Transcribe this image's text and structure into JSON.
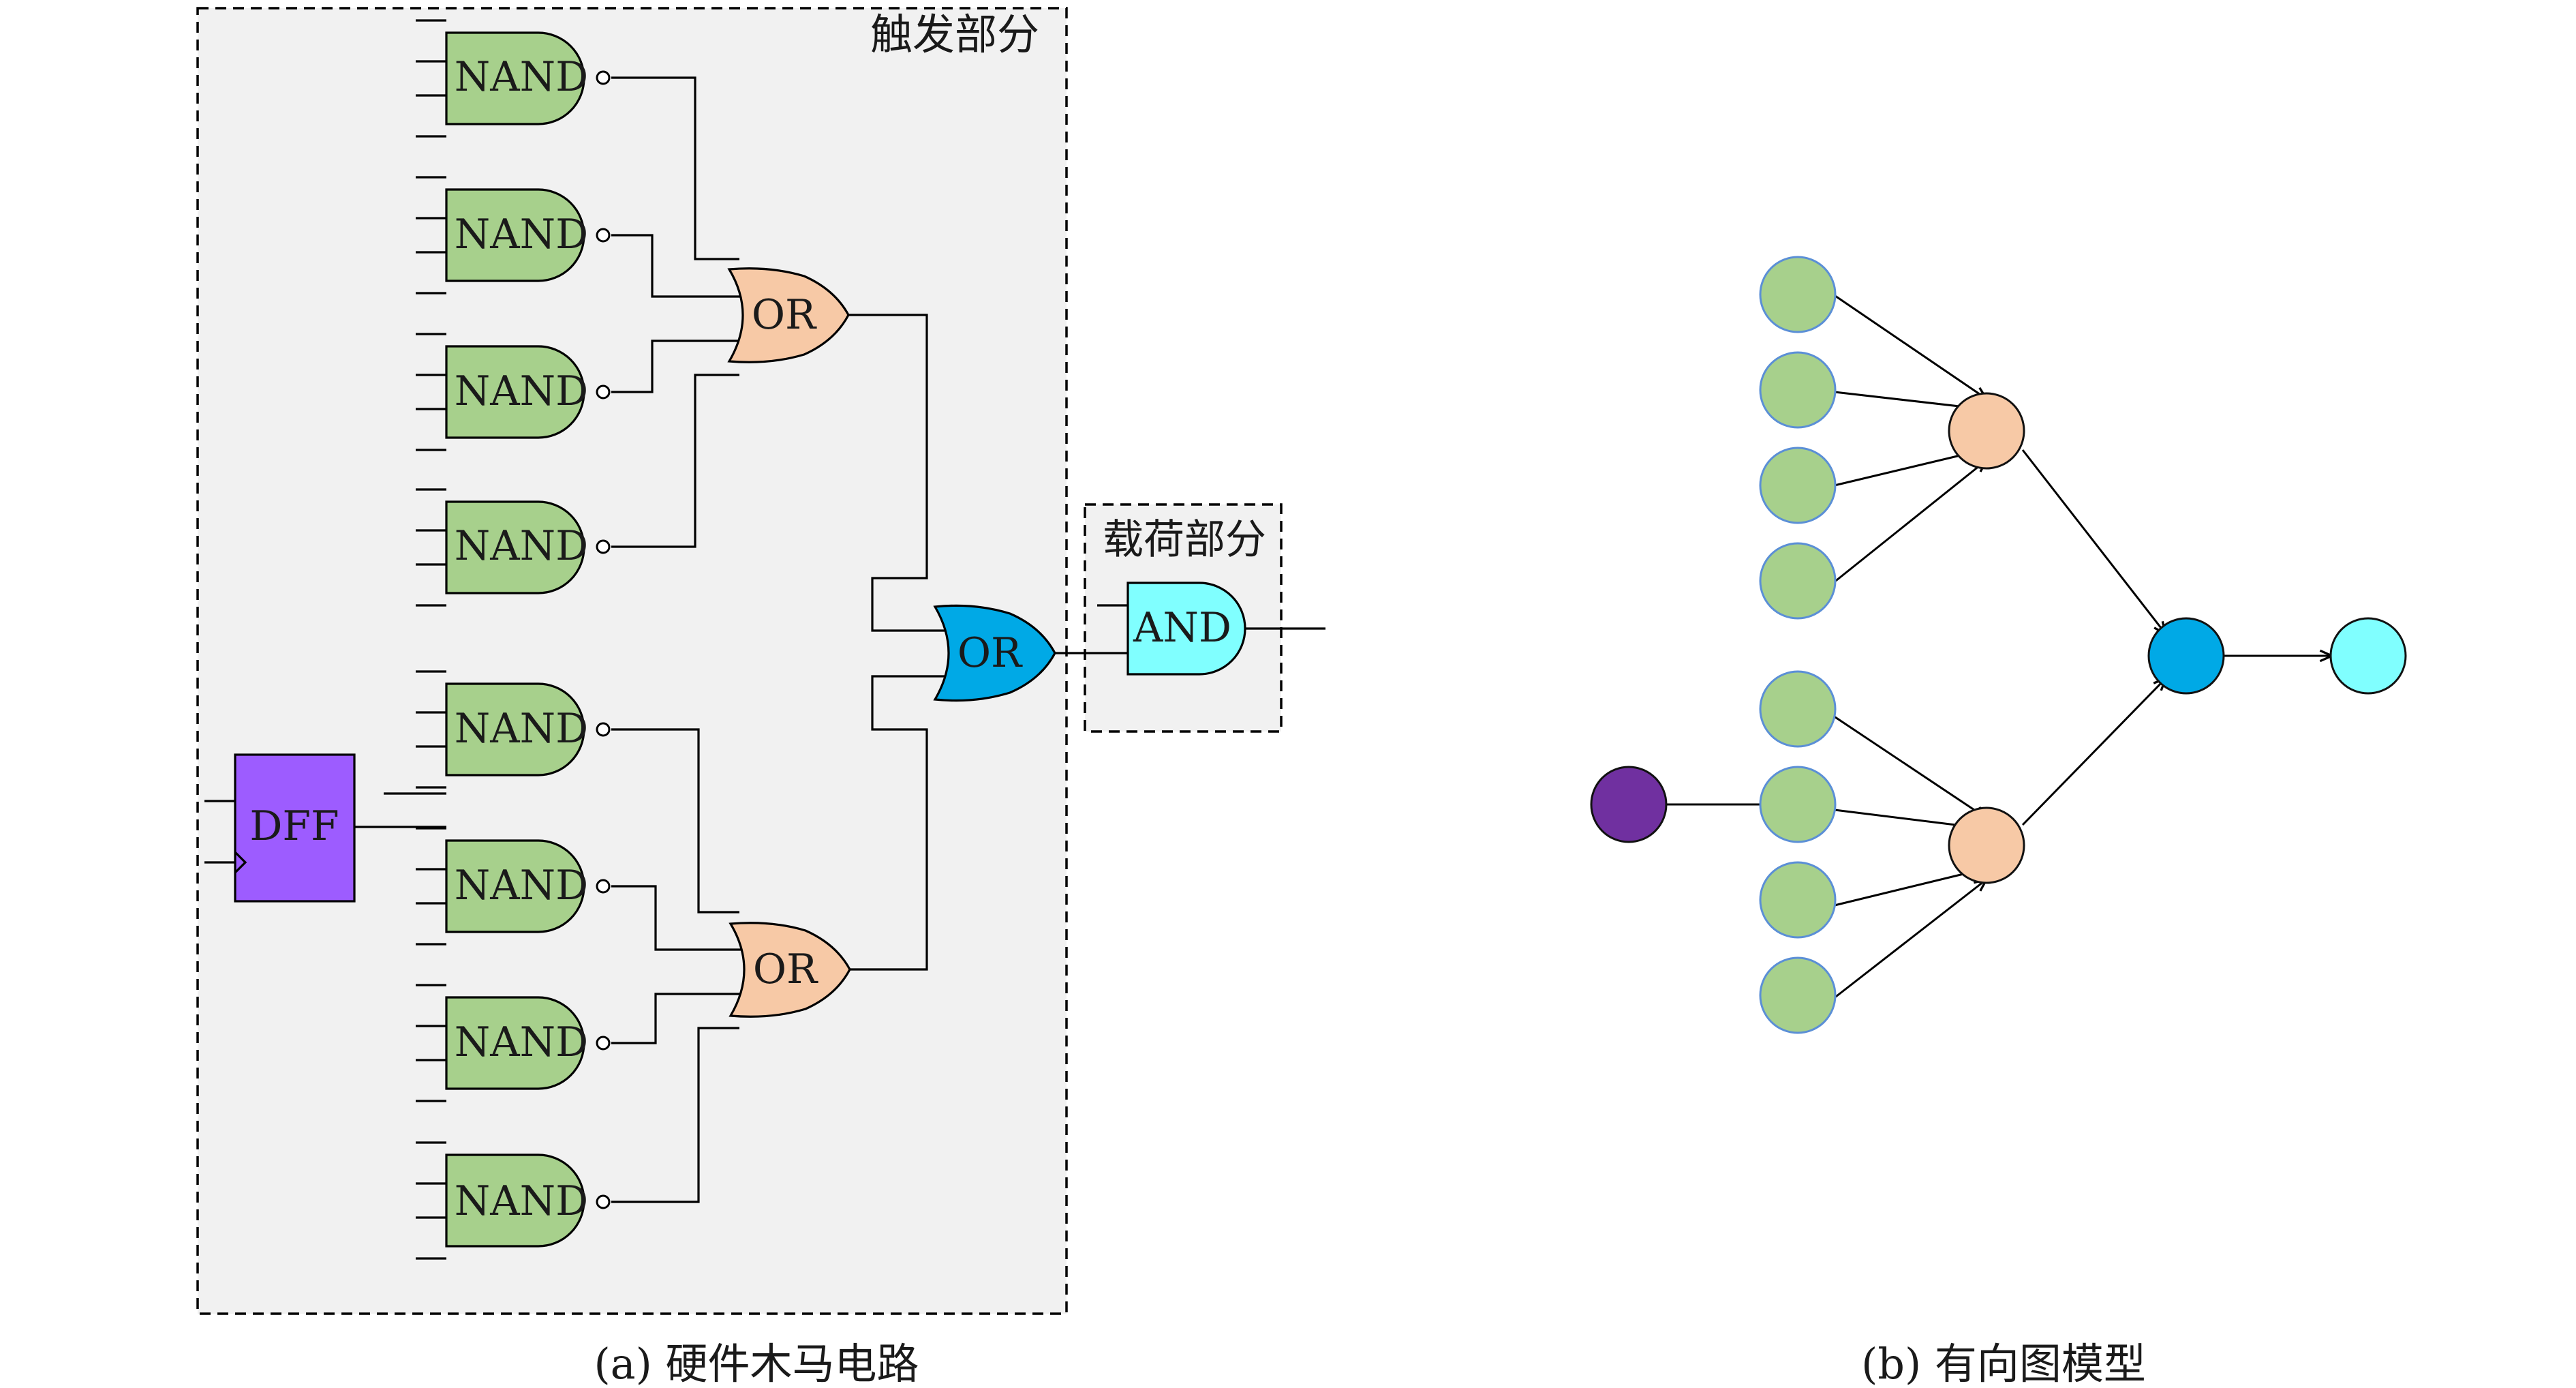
{
  "circuit": {
    "trigger_label": "触发部分",
    "payload_label": "载荷部分",
    "nand_label": "NAND",
    "or_label": "OR",
    "and_label": "AND",
    "dff_label": "DFF",
    "caption": "(a) 硬件木马电路"
  },
  "graph": {
    "caption": "(b) 有向图模型"
  },
  "colors": {
    "nand": "#a7d08c",
    "or_inner": "#f7c9a6",
    "or_final": "#00a9e6",
    "and": "#80ffff",
    "dff": "#9d5cff",
    "region_bg": "#f1f1f1",
    "node_green": "#a7d08c",
    "node_peach": "#f7c9a6",
    "node_blue": "#00a9e6",
    "node_cyan": "#80ffff",
    "node_purple": "#7030a0"
  }
}
